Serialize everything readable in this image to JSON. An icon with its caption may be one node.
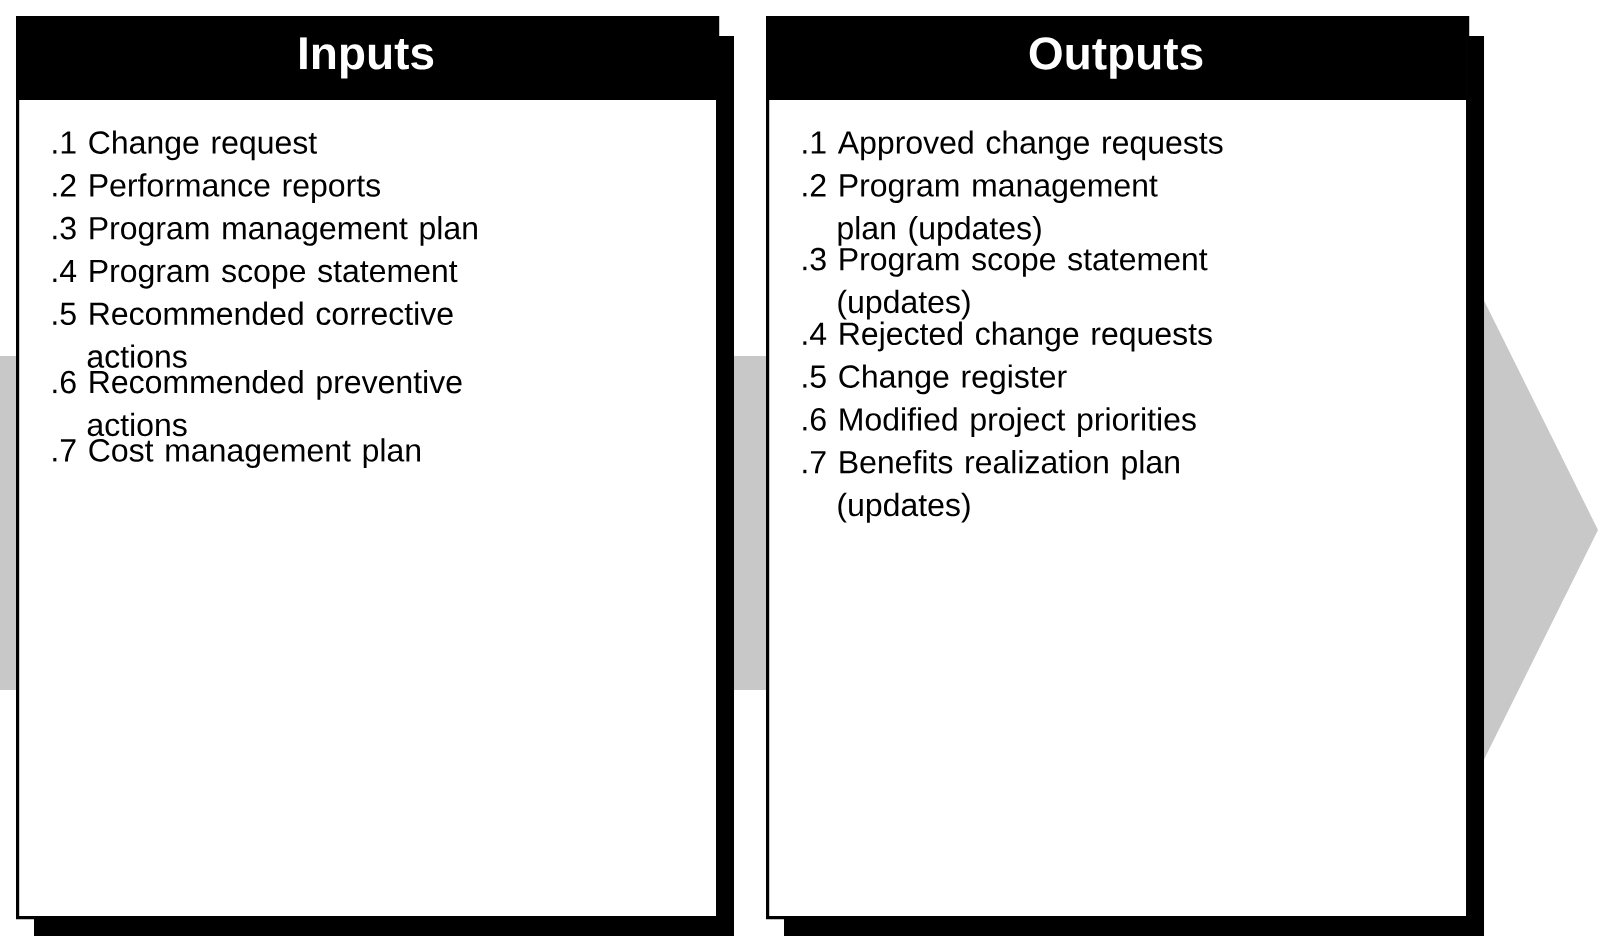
{
  "diagram": {
    "nodes": [
      {
        "text": [
          "Inputs",
          ".1 Change request",
          ".2 Performance reports",
          ".3 Program management plan",
          ".4 Program scope statement",
          ".5 Recommended corrective actions",
          ".6 Recommended preventive actions",
          ".7 Cost management plan"
        ]
      },
      {
        "text": [
          "Outputs",
          ".1 Approved change requests",
          ".2 Program management plan (updates)",
          ".3 Program scope statement (updates)",
          ".4 Rejected change requests",
          ".5 Change register",
          ".6 Modified project priorities",
          ".7 Benefits realization plan (updates)"
        ]
      }
    ]
  }
}
